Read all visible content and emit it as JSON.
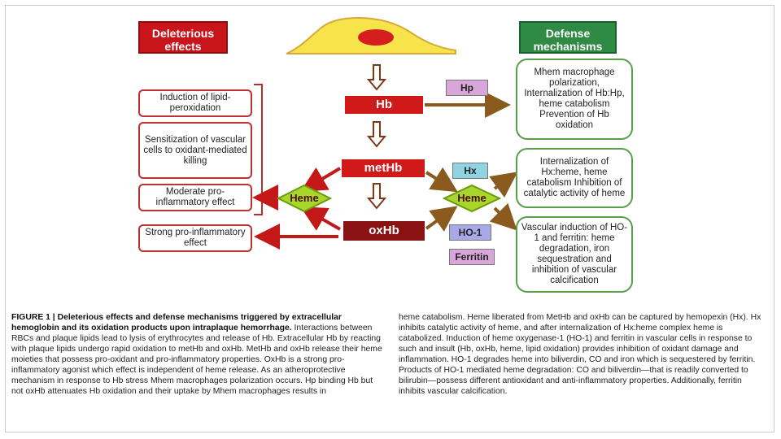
{
  "headers": {
    "deleterious": "Deleterious effects",
    "defense": "Defense mechanisms"
  },
  "molecules": {
    "hb": "Hb",
    "methb": "metHb",
    "oxhb": "oxHb",
    "heme_left": "Heme",
    "heme_right": "Heme"
  },
  "tags": {
    "hp": "Hp",
    "hx": "Hx",
    "ho1": "HO-1",
    "ferritin": "Ferritin"
  },
  "left_effects": [
    "Induction of lipid-peroxidation",
    "Sensitization of vascular cells to oxidant-mediated killing",
    "Moderate pro-inflammatory effect",
    "Strong pro-inflammatory effect"
  ],
  "right_defenses": [
    "Mhem macrophage polarization, Internalization of Hb:Hp, heme catabolism Prevention of Hb oxidation",
    "Internalization of Hx:heme, heme catabolism Inhibition of catalytic activity of heme",
    "Vascular induction of HO-1 and ferritin: heme degradation, iron sequestration and inhibition of vascular calcification"
  ],
  "caption": {
    "title": "FIGURE 1 | Deleterious effects and defense mechanisms triggered by extracellular hemoglobin and its oxidation products upon intraplaque hemorrhage.",
    "left_body": "Interactions between RBCs and plaque lipids lead to lysis of erythrocytes and release of Hb. Extracellular Hb by reacting with plaque lipids undergo rapid oxidation to metHb and oxHb. MetHb and oxHb release their heme moieties that possess pro-oxidant and pro-inflammatory properties. OxHb is a strong pro-inflammatory agonist which effect is independent of heme release. As an atheroprotective mechanism in response to Hb stress Mhem macrophages polarization occurs. Hp binding Hb but not oxHb attenuates Hb oxidation and their uptake by Mhem macrophages results in",
    "right_body": "heme catabolism. Heme liberated from MetHb and oxHb can be captured by hemopexin (Hx). Hx inhibits catalytic activity of heme, and after internalization of Hx:heme complex heme is catabolized. Induction of heme oxygenase-1 (HO-1) and ferritin in vascular cells in response to such and insult (Hb, oxHb, heme, lipid oxidation) provides inhibition of oxidant damage and inflammation. HO-1 degrades heme into biliverdin, CO and iron which is sequestered by ferritin. Products of HO-1 mediated heme degradation: CO and biliverdin—that is readily converted to bilirubin—possess different antioxidant and anti-inflammatory properties. Additionally, ferritin inhibits vascular calcification."
  }
}
